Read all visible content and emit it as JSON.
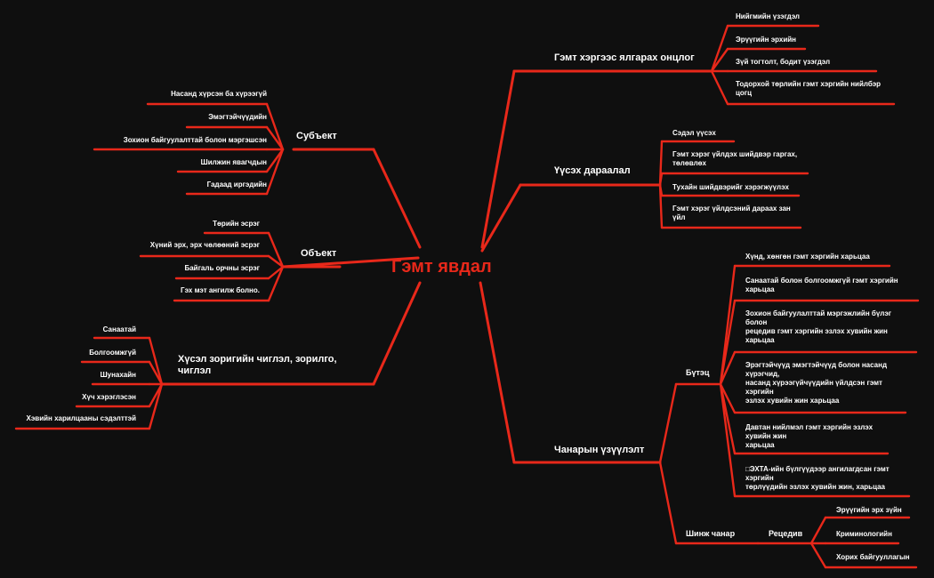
{
  "colors": {
    "background": "#0f0f0f",
    "link": "#e8281a",
    "text": "#ffffff",
    "root": "#e8281a"
  },
  "root": "Гэмт явдал",
  "left": [
    {
      "label": "Субъект",
      "children": [
        "Насанд хүрсэн ба хүрээгүй",
        "Эмэгтэйчүүдийн",
        "Зохион байгуулалттай болон мэргэшсэн",
        "Шилжин явагчдын",
        "Гадаад иргэдийн"
      ]
    },
    {
      "label": "Объект",
      "children": [
        "Төрийн эсрэг",
        "Хүний эрх, эрх чөлөөний эсрэг",
        "Байгаль орчны эсрэг",
        "Гэх мэт ангилж болно."
      ]
    },
    {
      "label": "Хүсэл зоригийн чиглэл, зорилго,\nчиглэл",
      "children": [
        "Санаатай",
        "Болгоомжгүй",
        "Шунахайн",
        "Хүч хэрэглэсэн",
        "Хэвийн харилцааны сэдэлттэй"
      ]
    }
  ],
  "right": [
    {
      "label": "Гэмт хэргээс ялгарах онцлог",
      "children": [
        "Нийгмийн үзэгдэл",
        "Эрүүгийн эрхийн",
        "Зүй тогтолт, бодит үзэгдэл",
        "Тодорхой төрлийн гэмт хэргийн нийлбэр\nцогц"
      ]
    },
    {
      "label": "Үүсэх дараалал",
      "children": [
        "Сэдэл үүсэх",
        "Гэмт хэрэг үйлдэх шийдвэр гаргах,\nтөлөвлөх",
        "Тухайн шийдвэрийг хэрэгжүүлэх",
        "Гэмт хэрэг үйлдсэний дараах зан\nүйл"
      ]
    },
    {
      "label": "Чанарын үзүүлэлт",
      "structure": {
        "label": "Бүтэц",
        "children": [
          "Хүнд, хөнгөн гэмт хэргийн харьцаа",
          "Санаатай болон болгоомжгүй гэмт хэргийн\nхарьцаа",
          "Зохион байгуулалттай мэргэжлийн бүлэг\nболон\nрецедив гэмт хэргийн эзлэх хувийн жин\nхарьцаа",
          "Эрэгтэйчүүд эмэгтэйчүүд болон насанд\nхүрэгчид,\nнасанд хүрээгүйчүүдийн үйлдсэн гэмт\nхэргийн\nэзлэх хувийн жин харьцаа",
          "Давтан нийлмэл гэмт хэргийн эзлэх\nхувийн жин\nхарьцаа",
          "□ЭХТА-ийн бүлгүүдээр ангилагдсан гэмт\nхэргийн\nтөрлүүдийн эзлэх хувийн жин, харьцаа"
        ]
      },
      "feature": {
        "label": "Шинж чанар",
        "recidive": {
          "label": "Рецедив",
          "children": [
            "Эрүүгийн эрх зүйн",
            "Криминологийн",
            "Хорих байгууллагын"
          ]
        }
      }
    }
  ]
}
